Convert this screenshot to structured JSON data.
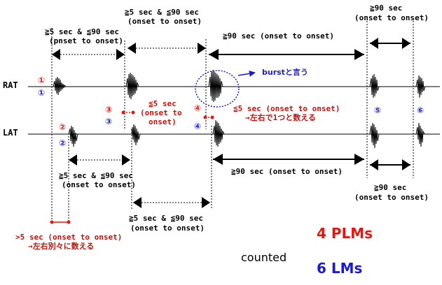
{
  "channels": {
    "rat": "RAT",
    "lat": "LAT"
  },
  "interval_labels": {
    "top_left_1": "≧5 sec & ≦90 sec",
    "top_left_2": "(pnset to onset)",
    "top_mid_1": "≧5 sec & ≦90 sec",
    "top_mid_2": "(onset to onset)",
    "top_long": "≧90 sec (onset to onset)",
    "top_right_1": "≧90 sec",
    "top_right_2": "(onset to onset)",
    "mid_red_1": "≦5 sec",
    "mid_red_2": "(onset to",
    "mid_red_3": "onset)",
    "burst_red_1": "≦5 sec (onset to onset)",
    "burst_red_2": "→左右で1つと数える",
    "lower_long": "≧90 sec (onset to onset)",
    "lower_left_1": "≧5 sec & ≦90 sec",
    "lower_left_2": "(onset to onset)",
    "lower_right_1": "≧90 sec",
    "lower_right_2": "(onset to onset)",
    "bottom_mid_1": "≧5 sec & ≦90 sec",
    "bottom_mid_2": "(onset to onset)",
    "bottom_red_1": ">5 sec (onset to onset)",
    "bottom_red_2": "→左右別々に数える"
  },
  "burst_note": "burstと言う",
  "markers": {
    "red": [
      "①",
      "②",
      "③",
      "④"
    ],
    "blue": [
      "①",
      "②",
      "③",
      "④",
      "⑤",
      "⑥"
    ]
  },
  "summary": {
    "plms": "4 PLMs",
    "counted": "counted",
    "lms": "6 LMs"
  },
  "colors": {
    "black": "#000000",
    "red": "#e8150f",
    "blue": "#1a1ad6",
    "dark_red": "#c8100a"
  }
}
